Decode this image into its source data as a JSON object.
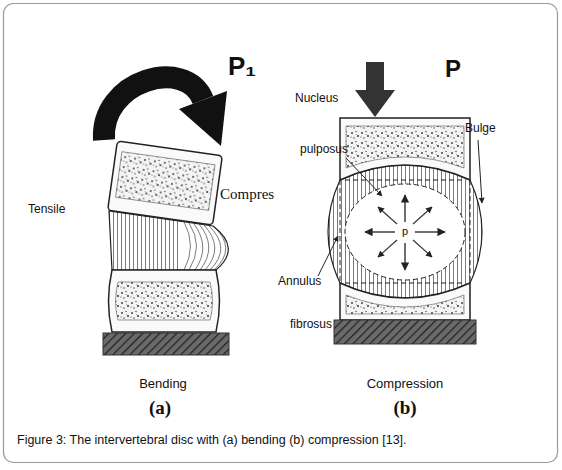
{
  "diagram": {
    "caption": "Figure 3: The intervertebral disc with (a) bending (b) compression [13].",
    "labels": [
      "P₁",
      "P",
      "Nucleus",
      "Bulge",
      "pulposus",
      "Compres",
      "Tensile",
      "p",
      "Annulus",
      "fibrosus",
      "Bending",
      "Compression",
      "(a)",
      "(b)"
    ]
  }
}
